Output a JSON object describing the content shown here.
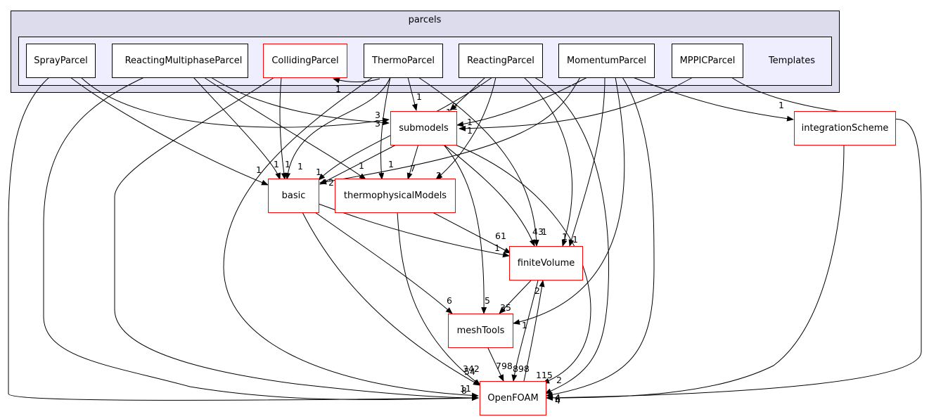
{
  "clusters": {
    "outer": {
      "label": "parcels"
    },
    "inner": {
      "label": "Templates"
    }
  },
  "colors": {
    "outer_cluster_fill": "#dcdcec",
    "inner_cluster_fill": "#eeeeff",
    "external_node_border": "#ff0000",
    "template_node_border": "#000000",
    "edge": "#000000"
  },
  "nodes": {
    "SprayParcel": "SprayParcel",
    "ReactingMultiphaseParcel": "ReactingMultiphaseParcel",
    "CollidingParcel": "CollidingParcel",
    "ThermoParcel": "ThermoParcel",
    "ReactingParcel": "ReactingParcel",
    "MomentumParcel": "MomentumParcel",
    "MPPICParcel": "MPPICParcel",
    "submodels": "submodels",
    "integrationScheme": "integrationScheme",
    "basic": "basic",
    "thermophysicalModels": "thermophysicalModels",
    "finiteVolume": "finiteVolume",
    "meshTools": "meshTools",
    "OpenFOAM": "OpenFOAM"
  },
  "edge_labels": {
    "l_colliding_thermo": "1",
    "l_thermo_sub": "1",
    "l_sub_3a": "3",
    "l_sub_3b": "3",
    "l_sub_2": "2",
    "l_sub_1a": "1",
    "l_sub_1b": "1",
    "l_sub_1c": "1",
    "l_integ": "1",
    "l_basic_a": "1",
    "l_basic_b": "1",
    "l_basic_c": "1",
    "l_basic_d": "1",
    "l_basic_e": "1",
    "l_basic_2": "2",
    "l_basic_1f": "1",
    "l_thermo_1": "1",
    "l_thermo_7": "7",
    "l_thermo_2": "2",
    "l_fv_61": "61",
    "l_fv_43": "43",
    "l_fv_1a": "1",
    "l_fv_1b": "1",
    "l_fv_1c": "1",
    "l_fv_2": "2",
    "l_basic_fv": "1",
    "l_mt_6": "6",
    "l_mt_5": "5",
    "l_mt_35": "35",
    "l_mt_1": "1",
    "l_of_342": "342",
    "l_of_798": "798",
    "l_of_898": "898",
    "l_of_115": "115",
    "l_of_2": "2",
    "l_of_11": "11",
    "l_of_8": "8",
    "l_of_54": "54",
    "l_of_4a": "4",
    "l_of_4b": "4",
    "l_of_6": "6"
  }
}
